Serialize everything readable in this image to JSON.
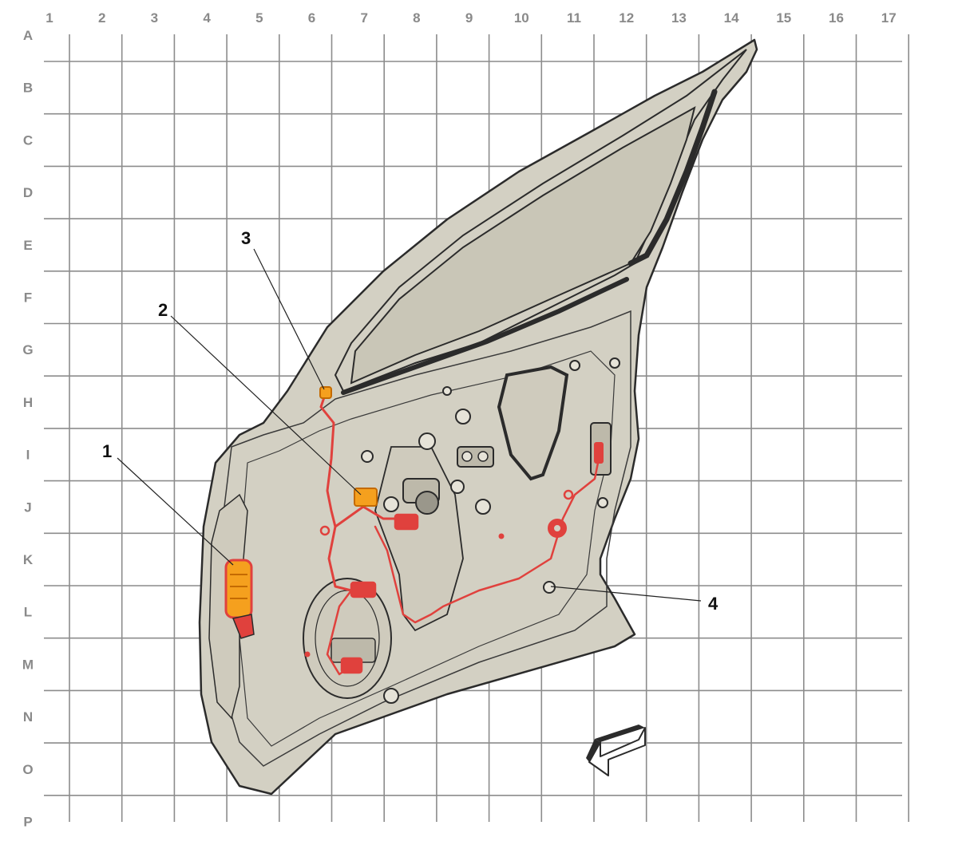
{
  "grid": {
    "columns": [
      "1",
      "2",
      "3",
      "4",
      "5",
      "6",
      "7",
      "8",
      "9",
      "10",
      "11",
      "12",
      "13",
      "14",
      "15",
      "16",
      "17"
    ],
    "rows": [
      "A",
      "B",
      "C",
      "D",
      "E",
      "F",
      "G",
      "H",
      "I",
      "J",
      "K",
      "L",
      "M",
      "N",
      "O",
      "P"
    ],
    "line_color": "#8c8c8c",
    "label_color": "#8a8a8a"
  },
  "callouts": [
    {
      "label": "1"
    },
    {
      "label": "2"
    },
    {
      "label": "3"
    },
    {
      "label": "4"
    }
  ],
  "colors": {
    "door_fill": "#d3d0c3",
    "glass_fill": "#c9c6b7",
    "outline": "#2b2b2b",
    "harness": "#e0413d",
    "highlight": "#f5a01e"
  },
  "icons": {
    "direction_arrow": "front-direction-arrow-icon"
  }
}
